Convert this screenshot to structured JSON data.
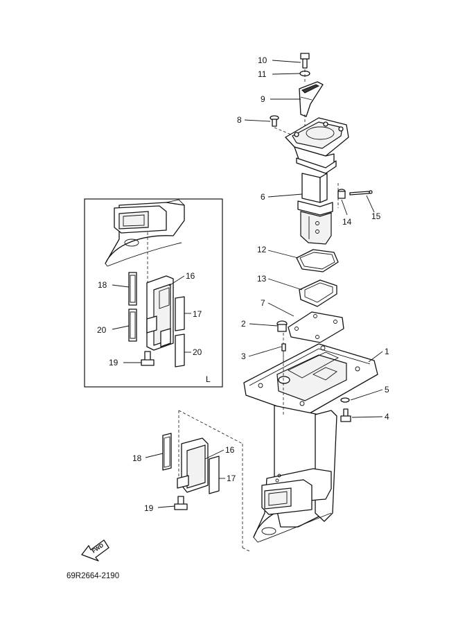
{
  "diagram": {
    "part_code": "69R2664-2190",
    "inset_letter": "L",
    "fwd_label": "FWD",
    "callouts": {
      "c1": "1",
      "c2": "2",
      "c3": "3",
      "c4": "4",
      "c5": "5",
      "c6": "6",
      "c7": "7",
      "c8": "8",
      "c9": "9",
      "c10": "10",
      "c11": "11",
      "c12": "12",
      "c13": "13",
      "c14": "14",
      "c15": "15",
      "inset_16": "16",
      "inset_17": "17",
      "inset_18": "18",
      "inset_19": "19",
      "inset_20a": "20",
      "inset_20b": "20",
      "main_16": "16",
      "main_17": "17",
      "main_18": "18",
      "main_19": "19"
    }
  }
}
